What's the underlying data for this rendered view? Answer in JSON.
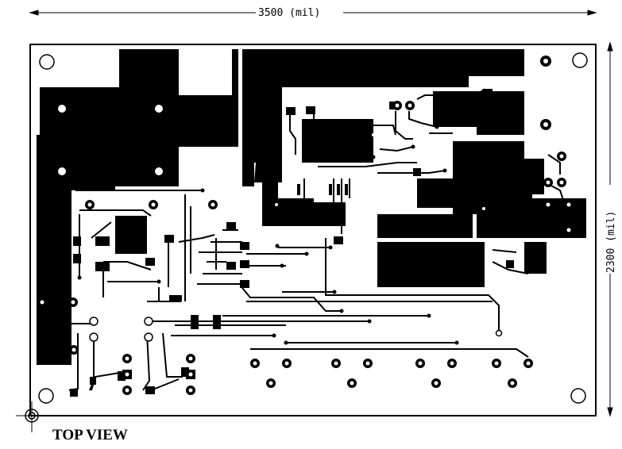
{
  "drawing": {
    "width_dimension": "3500 (mil)",
    "height_dimension": "2300 (mil)",
    "view_label": "TOP VIEW"
  },
  "colors": {
    "copper": "#000000",
    "board": "#ffffff",
    "outline": "#000000"
  }
}
